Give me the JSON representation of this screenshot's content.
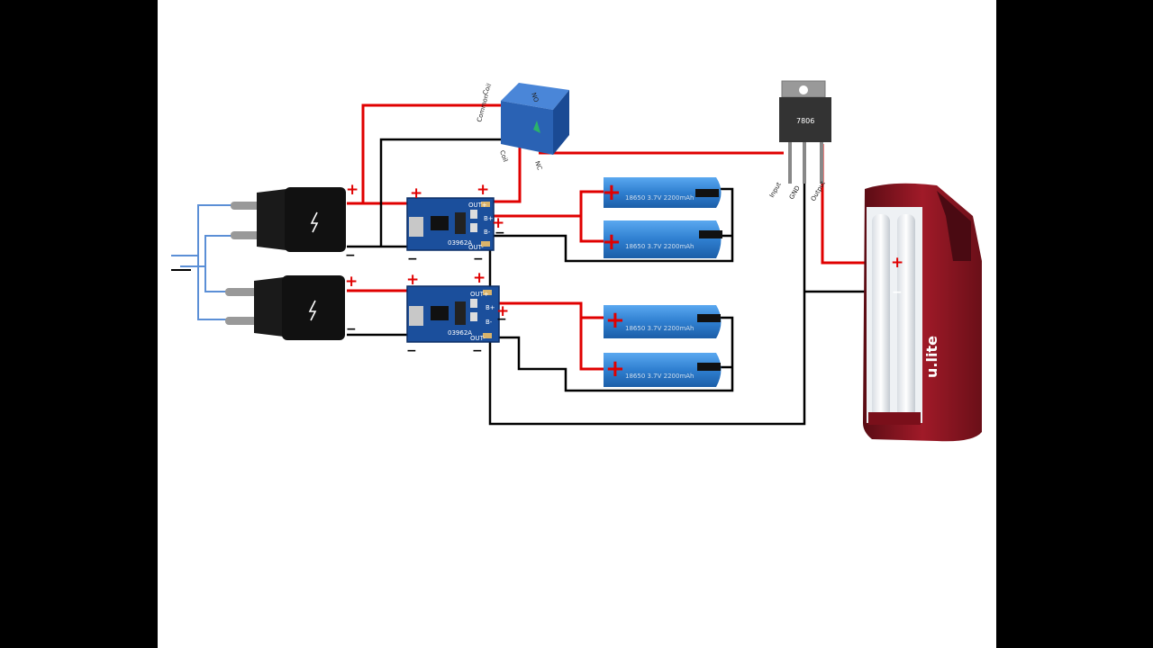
{
  "regulator": {
    "label": "7806",
    "pins": {
      "input": "Input",
      "gnd": "GND",
      "output": "Output"
    }
  },
  "relay": {
    "pins": {
      "coil_a": "Coil",
      "common": "Common",
      "coil_b": "Coil",
      "nc": "NC",
      "no": "NO"
    }
  },
  "charger_module": {
    "chip": "03962A",
    "out_plus": "OUT+",
    "out_minus": "OUT-",
    "b_plus": "B+",
    "b_minus": "B-"
  },
  "battery": {
    "text": "18650 3.7V 2200mAh"
  },
  "lamp": {
    "brand": "u.lite"
  },
  "polarity": {
    "plus": "+",
    "minus": "−"
  },
  "colors": {
    "wire_positive": "#e00000",
    "wire_negative": "#000000",
    "wire_ac": "#5b8fd6",
    "module_blue": "#1b4f9c",
    "battery_blue": "#2f7fd0",
    "lamp_red": "#8e1420"
  }
}
